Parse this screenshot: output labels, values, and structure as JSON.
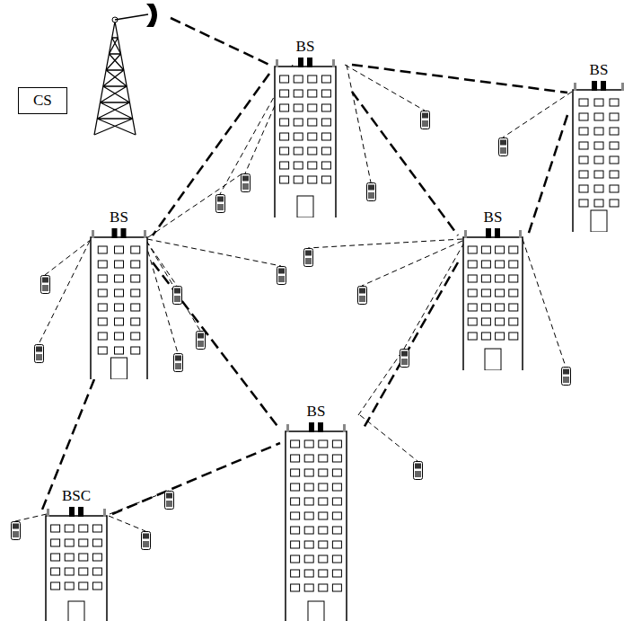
{
  "diagram": {
    "nodes": [
      {
        "text": [
          "CS"
        ]
      },
      {
        "text": [
          "BS"
        ]
      },
      {
        "text": [
          "BS"
        ]
      },
      {
        "text": [
          "BS"
        ]
      },
      {
        "text": [
          "BS"
        ]
      },
      {
        "text": [
          "BS"
        ]
      },
      {
        "text": [
          "BSC"
        ]
      }
    ],
    "edges": [
      {
        "from": 0,
        "to": 1,
        "arrow": "none"
      },
      {
        "from": 1,
        "to": 2,
        "arrow": "none"
      },
      {
        "from": 1,
        "to": 3,
        "arrow": "none"
      },
      {
        "from": 1,
        "to": 4,
        "arrow": "none"
      },
      {
        "from": 2,
        "to": 4,
        "arrow": "none"
      },
      {
        "from": 3,
        "to": 5,
        "arrow": "none"
      },
      {
        "from": 4,
        "to": 5,
        "arrow": "none"
      },
      {
        "from": 3,
        "to": 6,
        "arrow": "none"
      },
      {
        "from": 6,
        "to": 5,
        "arrow": "none"
      }
    ]
  }
}
